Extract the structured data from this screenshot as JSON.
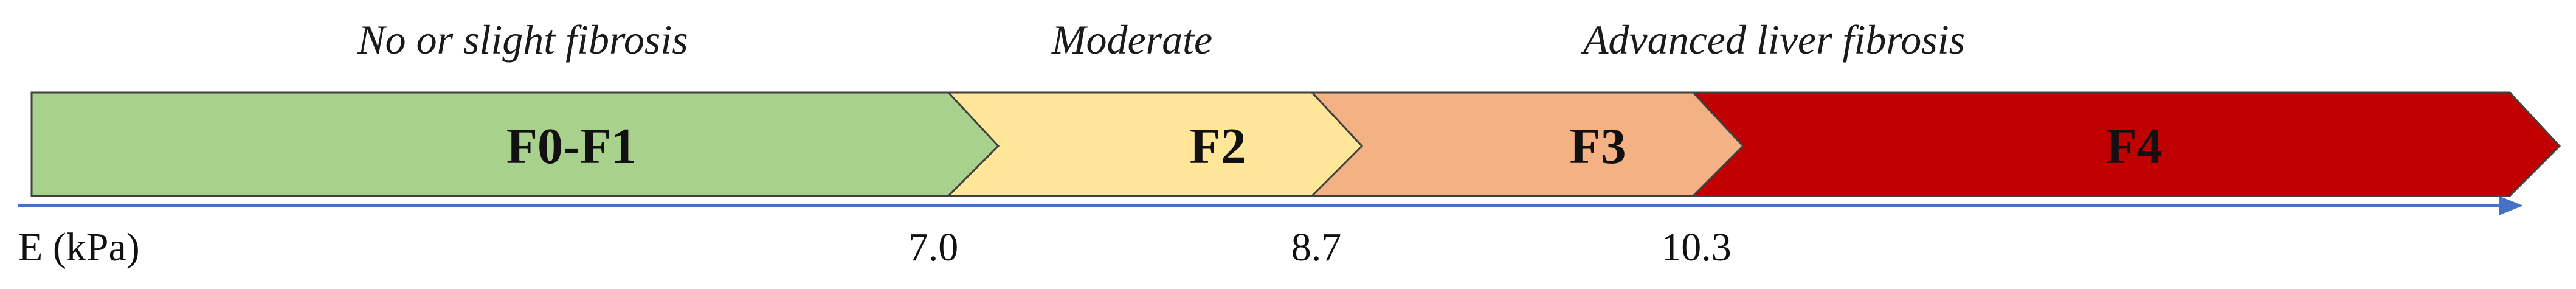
{
  "categories": [
    {
      "label": "No or slight fibrosis"
    },
    {
      "label": "Moderate"
    },
    {
      "label": "Advanced liver fibrosis"
    }
  ],
  "stages": [
    {
      "label": "F0-F1",
      "color": "#a9d18e"
    },
    {
      "label": "F2",
      "color": "#ffe699"
    },
    {
      "label": "F3",
      "color": "#f4b183"
    },
    {
      "label": "F4",
      "color": "#c00000"
    }
  ],
  "axis": {
    "label": "E (kPa)",
    "color": "#4472c4",
    "ticks": [
      "7.0",
      "8.7",
      "10.3"
    ]
  },
  "outline_color": "#404040"
}
